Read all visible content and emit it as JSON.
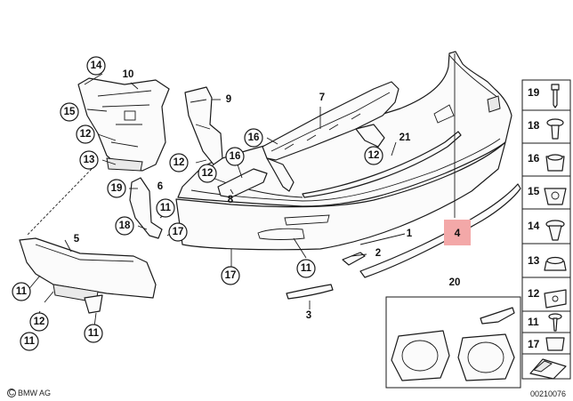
{
  "labels": {
    "p1": "1",
    "p2": "2",
    "p3": "3",
    "p4": "4",
    "p5": "5",
    "p6": "6",
    "p7": "7",
    "p8": "8",
    "p9": "9",
    "p10": "10",
    "p11": "11",
    "p12": "12",
    "p13": "13",
    "p14": "14",
    "p15": "15",
    "p16": "16",
    "p17": "17",
    "p18": "18",
    "p19": "19",
    "p20": "20",
    "p21": "21"
  },
  "legend": [
    "19",
    "18",
    "16",
    "15",
    "14",
    "13",
    "12",
    "11",
    "17"
  ],
  "highlight_label": "4",
  "highlight_color": "#f3a8a8",
  "footer": {
    "brand": "BMW AG",
    "code": "00210076"
  }
}
